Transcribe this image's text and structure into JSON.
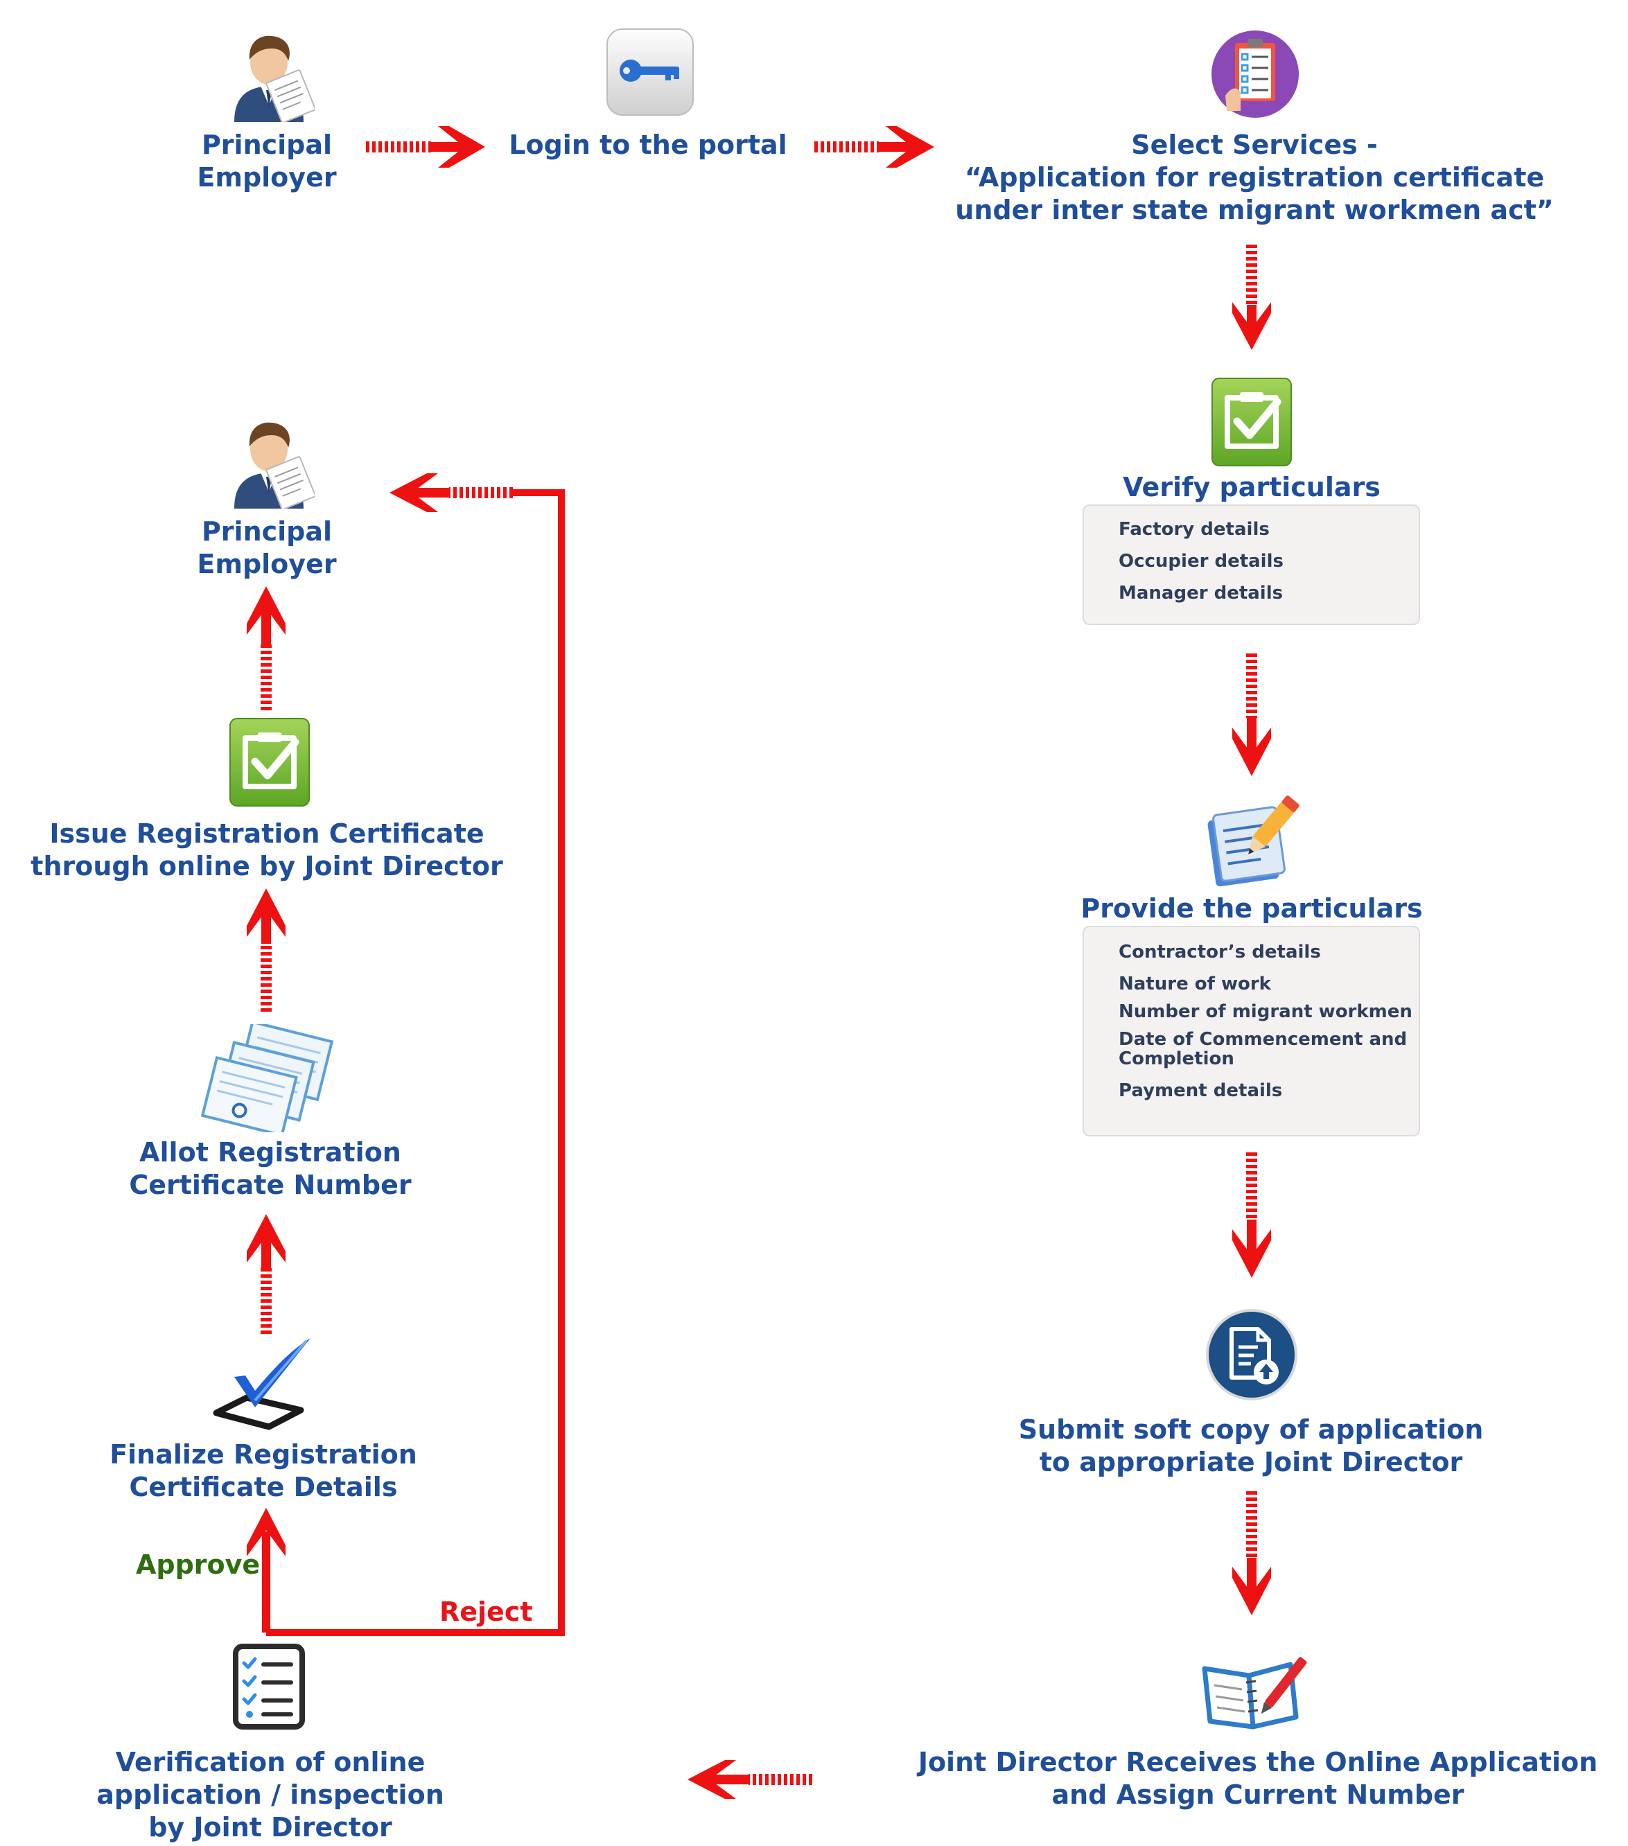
{
  "nodes": {
    "principal_employer_top": {
      "lines": [
        "Principal",
        "Employer"
      ]
    },
    "login": {
      "lines": [
        "Login to the portal"
      ]
    },
    "select_services": {
      "lines": [
        "Select Services -",
        "“Application for registration certificate",
        "under inter state migrant workmen act”"
      ]
    },
    "verify_particulars": {
      "lines": [
        "Verify particulars"
      ],
      "items": [
        "Factory details",
        "Occupier details",
        "Manager details"
      ]
    },
    "provide_particulars": {
      "lines": [
        "Provide the particulars"
      ],
      "items": [
        "Contractor’s details",
        "Nature of work",
        "Number of migrant workmen",
        "Date of Commencement and",
        "Completion",
        "Payment details"
      ]
    },
    "submit_soft_copy": {
      "lines": [
        "Submit soft copy of application",
        "to appropriate Joint Director"
      ]
    },
    "jd_receives": {
      "lines": [
        "Joint Director Receives the Online Application",
        "and Assign Current Number"
      ]
    },
    "verification": {
      "lines": [
        "Verification of online",
        "application / inspection",
        "by Joint Director"
      ]
    },
    "finalize": {
      "lines": [
        "Finalize Registration",
        "Certificate Details"
      ]
    },
    "allot": {
      "lines": [
        "Allot Registration",
        "Certificate Number"
      ]
    },
    "issue": {
      "lines": [
        "Issue Registration Certificate",
        "through online by Joint Director"
      ]
    },
    "principal_employer_end": {
      "lines": [
        "Principal",
        "Employer"
      ]
    }
  },
  "edge_labels": {
    "approve": "Approve",
    "reject": "Reject"
  },
  "icons": {
    "principal_employer_top": "person-document-icon",
    "login": "key-icon",
    "select_services": "clipboard-checklist-icon",
    "verify_particulars": "green-checkbox-icon",
    "provide_particulars": "document-pencil-icon",
    "submit_soft_copy": "document-upload-icon",
    "jd_receives": "notebook-pen-icon",
    "verification": "checklist-icon",
    "finalize": "checkmark-icon",
    "allot": "certificates-icon",
    "issue": "green-checkbox-icon",
    "principal_employer_end": "person-document-icon"
  },
  "colors": {
    "label": "#1f4e9b",
    "arrow": "#ee1111",
    "approve": "#2e6e0e",
    "reject": "#e8141a",
    "box_bg": "#f4f1f1",
    "box_text": "#2e3f5c"
  }
}
